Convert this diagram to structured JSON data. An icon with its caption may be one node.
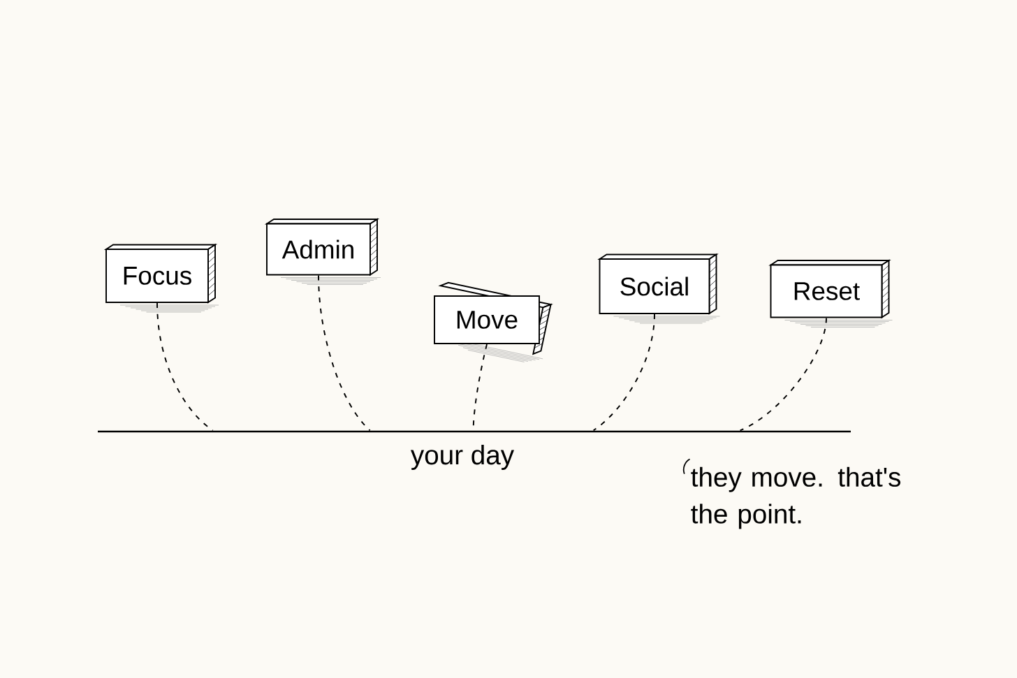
{
  "diagram": {
    "nodes": [
      {
        "text": [
          "Focus"
        ]
      },
      {
        "text": [
          "Admin"
        ]
      },
      {
        "text": [
          "Move"
        ]
      },
      {
        "text": [
          "Social"
        ]
      },
      {
        "text": [
          "Reset"
        ]
      },
      {
        "text": [],
        "shape": "line",
        "beside": [
          "your day"
        ]
      }
    ],
    "edges": [
      {
        "from": 0,
        "to": 5,
        "arrow": "none",
        "style": "dashed"
      },
      {
        "from": 1,
        "to": 5,
        "arrow": "none",
        "style": "dashed"
      },
      {
        "from": 2,
        "to": 5,
        "arrow": "none",
        "style": "dashed"
      },
      {
        "from": 3,
        "to": 5,
        "arrow": "none",
        "style": "dashed"
      },
      {
        "from": 4,
        "to": 5,
        "arrow": "none",
        "style": "dashed"
      }
    ],
    "labels": [
      "they move. that's the point."
    ]
  }
}
